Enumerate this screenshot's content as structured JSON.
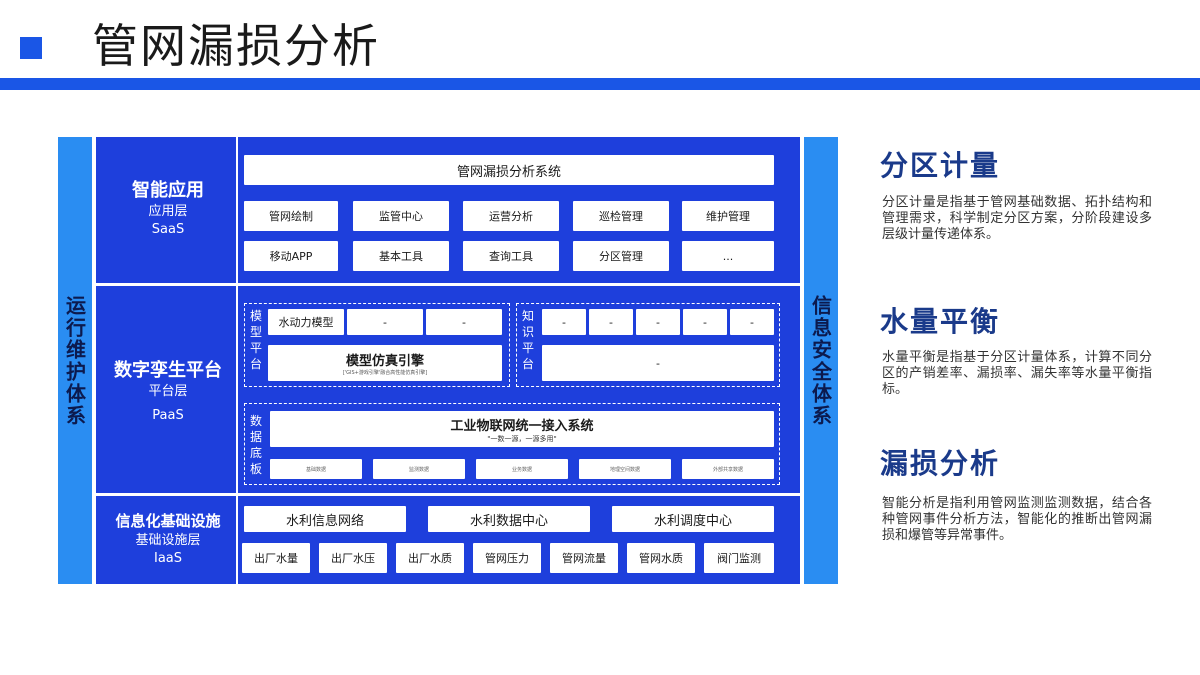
{
  "header": {
    "title": "管网漏损分析"
  },
  "diagram": {
    "left_side": "运行维护体系",
    "right_side": "信息安全体系",
    "saas": {
      "name": "智能应用",
      "layer": "应用层",
      "code": "SaaS",
      "system": "管网漏损分析系统",
      "row1": [
        "管网绘制",
        "监管中心",
        "运营分析",
        "巡检管理",
        "维护管理"
      ],
      "row2": [
        "移动APP",
        "基本工具",
        "查询工具",
        "分区管理",
        "..."
      ]
    },
    "paas": {
      "name": "数字孪生平台",
      "layer": "平台层",
      "code": "PaaS",
      "model_label": "模型平台",
      "model_items": [
        "水动力模型",
        "-",
        "-"
      ],
      "engine_title": "模型仿真引擎",
      "engine_sub": "['GIS+游戏引擎'融合高性能仿真引擎]",
      "knowledge_label": "知识平台",
      "knowledge_items": [
        "-",
        "-",
        "-",
        "-",
        "-"
      ],
      "knowledge_main": "-",
      "data_label": "数据底板",
      "iot_title": "工业物联网统一接入系统",
      "iot_sub": "\"一数一源，一源多用\"",
      "data_items": [
        "基础数据",
        "监测数据",
        "业务数据",
        "地理空间数据",
        "外部共享数据"
      ]
    },
    "iaas": {
      "name": "信息化基础设施",
      "layer": "基础设施层",
      "code": "IaaS",
      "row1": [
        "水利信息网络",
        "水利数据中心",
        "水利调度中心"
      ],
      "row2": [
        "出厂水量",
        "出厂水压",
        "出厂水质",
        "管网压力",
        "管网流量",
        "管网水质",
        "阀门监测"
      ]
    }
  },
  "sections": [
    {
      "title": "分区计量",
      "body": "分区计量是指基于管网基础数据、拓扑结构和管理需求，科学制定分区方案，分阶段建设多层级计量传递体系。"
    },
    {
      "title": "水量平衡",
      "body": "水量平衡是指基于分区计量体系，计算不同分区的产销差率、漏损率、漏失率等水量平衡指标。"
    },
    {
      "title": "漏损分析",
      "body": "智能分析是指利用管网监测监测数据，结合各种管网事件分析方法，智能化的推断出管网漏损和爆管等异常事件。"
    }
  ]
}
